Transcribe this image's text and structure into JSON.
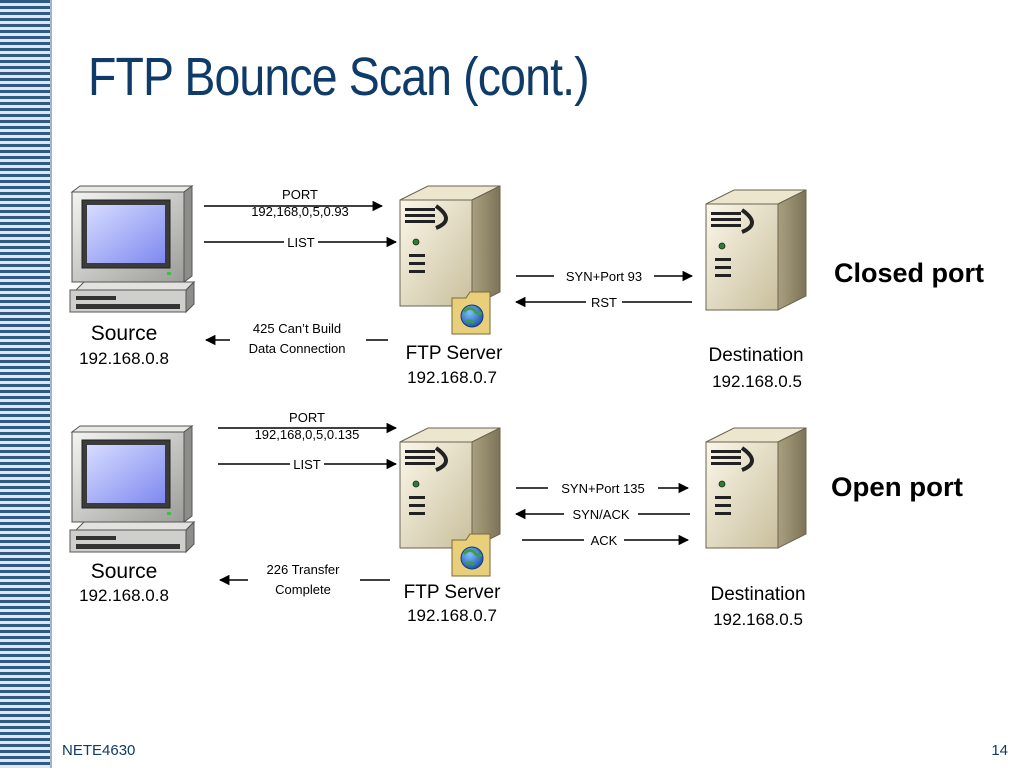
{
  "slide": {
    "title": "FTP Bounce Scan (cont.)",
    "footer_left": "NETE4630",
    "page_number": "14"
  },
  "closed_scenario": {
    "source": {
      "name": "Source",
      "ip": "192.168.0.8"
    },
    "ftp_server": {
      "name": "FTP Server",
      "ip": "192.168.0.7"
    },
    "destination": {
      "name": "Destination",
      "ip": "192.168.0.5"
    },
    "port_cmd": {
      "line1": "PORT",
      "line2": "192,168,0,5,0.93"
    },
    "list_cmd": "LIST",
    "reply": {
      "line1": "425 Can’t Build",
      "line2": "Data Connection"
    },
    "syn": "SYN+Port 93",
    "rst": "RST",
    "status": "Closed port"
  },
  "open_scenario": {
    "source": {
      "name": "Source",
      "ip": "192.168.0.8"
    },
    "ftp_server": {
      "name": "FTP Server",
      "ip": "192.168.0.7"
    },
    "destination": {
      "name": "Destination",
      "ip": "192.168.0.5"
    },
    "port_cmd": {
      "line1": "PORT",
      "line2": "192,168,0,5,0.135"
    },
    "list_cmd": "LIST",
    "reply": {
      "line1": "226 Transfer",
      "line2": "Complete"
    },
    "syn": "SYN+Port 135",
    "synack": "SYN/ACK",
    "ack": "ACK",
    "status": "Open port"
  }
}
